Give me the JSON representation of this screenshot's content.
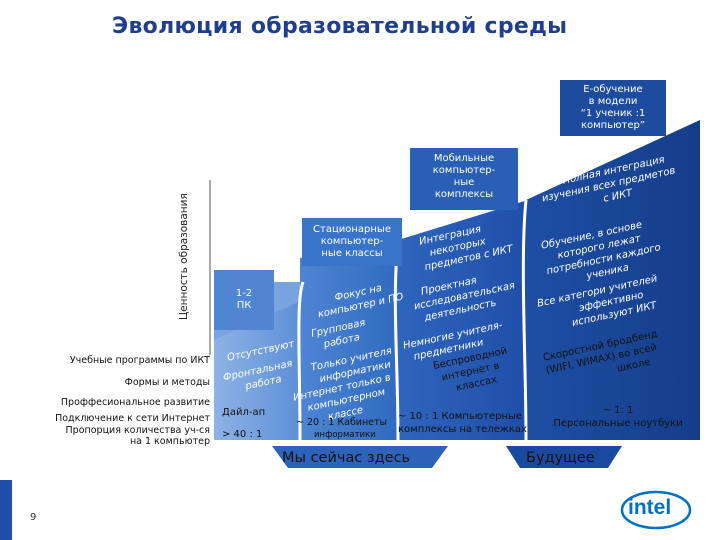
{
  "title": "Эволюция образовательной среды",
  "y_axis_label": "Ценность образования",
  "row_labels": [
    "Учебные программы по ИКТ",
    "Формы и методы",
    "Проффесиональное развитие",
    "Подключение к сети Интернет",
    "Пропорция количества уч-ся",
    "на 1 компьютер"
  ],
  "stages": [
    {
      "box_lines": [
        "1-2",
        "ПК"
      ],
      "curriculum": [
        "Отсутствуют"
      ],
      "methods": [
        "Фронтальная",
        "работа"
      ],
      "connectivity": "Дайл-ап",
      "ratio": "> 40 : 1"
    },
    {
      "box_lines": [
        "Стационарные",
        "компьютер-",
        "ные классы"
      ],
      "curriculum": [
        "Фокус на",
        "компьютер и ПО"
      ],
      "methods": [
        "Групповая",
        "работа"
      ],
      "development": [
        "Только учителя",
        "информатики"
      ],
      "connectivity": [
        "Интернет только в",
        "компьютерном",
        "классе"
      ],
      "ratio": [
        "~ 20 : 1 Кабинеты",
        "информатики"
      ]
    },
    {
      "box_lines": [
        "Мобильные",
        "компьютер-",
        "ные",
        "комплексы"
      ],
      "curriculum": [
        "Интеграция",
        "некоторых",
        "предметов с ИКТ"
      ],
      "methods": [
        "Проектная",
        "исследовательская",
        "деятельность"
      ],
      "development": [
        "Немногие учителя-",
        "предметники"
      ],
      "connectivity": [
        "Беспроводной",
        "интернет в",
        "классах"
      ],
      "ratio": [
        "~ 10 : 1 Компьютерные",
        "комплексы на тележках"
      ]
    },
    {
      "box_lines": [
        "Е-обучение",
        "в модели",
        "“1 ученик :1",
        "компьютер”"
      ],
      "curriculum": [
        "Полная интеграция",
        "изучения всех предметов",
        "с ИКТ"
      ],
      "methods": [
        "Обучение, в основе",
        "которого лежат",
        "потребности каждого",
        "ученика"
      ],
      "development": [
        "Все категори учителей",
        "эффективно",
        "используют ИКТ"
      ],
      "connectivity": [
        "Скоростной бродбенд",
        "(WIFI, WIMAX) во всей",
        "школе"
      ],
      "ratio": [
        "~ 1: 1",
        "Персональные ноутбуки"
      ]
    }
  ],
  "tabs": {
    "now": "Мы сейчас здесь",
    "future": "Будущее"
  },
  "logo_text": "intel",
  "page_number": "9",
  "colors": {
    "title": "#1f3f8c",
    "stage1": "#5b8fd6",
    "stage2": "#2f6ac0",
    "stage3": "#1f4fa8",
    "stage4": "#143d8a",
    "tab_now": "#2d63b8",
    "tab_future": "#1a4aa0",
    "intel_blue": "#0071c5"
  }
}
